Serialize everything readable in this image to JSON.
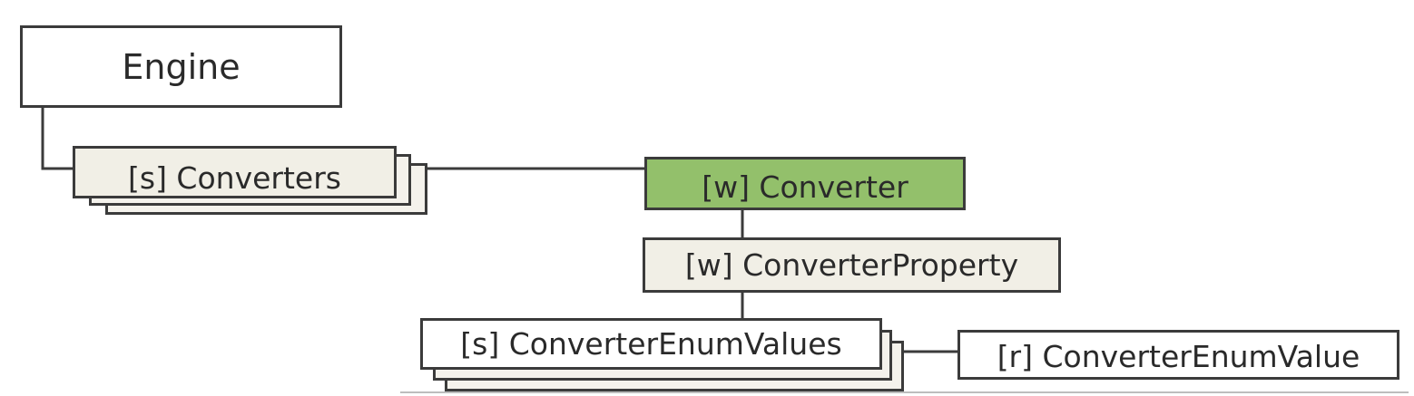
{
  "nodes": {
    "engine": {
      "label": "Engine"
    },
    "converters": {
      "label": "[s] Converters"
    },
    "converter": {
      "label": "[w] Converter",
      "fill": "#93c06b"
    },
    "converter_property": {
      "label": "[w] ConverterProperty"
    },
    "converter_enum_values": {
      "label": "[s] ConverterEnumValues"
    },
    "converter_enum_value": {
      "label": "[r] ConverterEnumValue"
    }
  },
  "colors": {
    "stroke": "#3b3b3b",
    "cream": "#f1efe6",
    "highlight": "#93c06b"
  }
}
